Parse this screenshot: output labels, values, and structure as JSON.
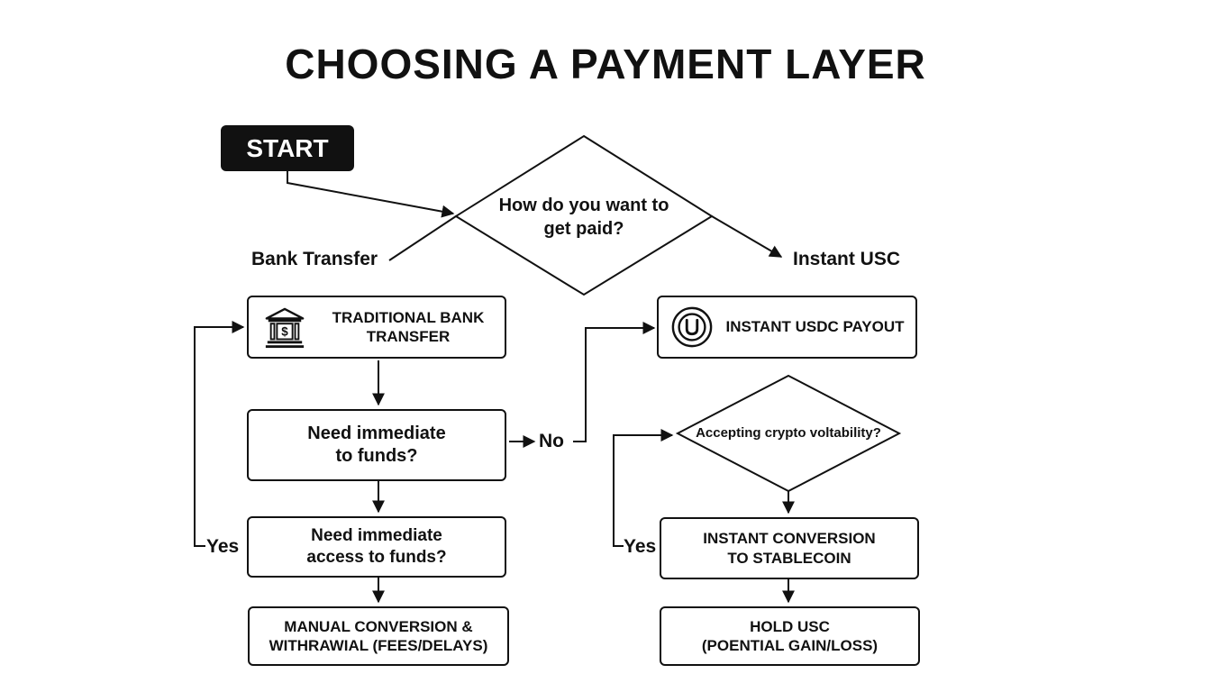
{
  "title": "CHOOSING A PAYMENT LAYER",
  "start": "START",
  "decision_main": {
    "line1": "How do you want to",
    "line2": "get paid?"
  },
  "branch_left_label": "Bank Transfer",
  "branch_right_label": "Instant USC",
  "left": {
    "bank_box": {
      "line1": "TRADITIONAL BANK",
      "line2": "TRANSFER",
      "icon": "bank-icon"
    },
    "decision1": {
      "line1": "Need immediate",
      "line2": "to funds?"
    },
    "decision2": {
      "line1": "Need immediate",
      "line2": "access to funds?"
    },
    "final": {
      "line1": "MANUAL CONVERSION &",
      "line2": "WITHRAWIAL (FEES/DELAYS)"
    },
    "no_label": "No",
    "yes_label": "Yes"
  },
  "right": {
    "usdc_box": {
      "label": "INSTANT USDC PAYOUT",
      "icon": "usdc-coin-icon"
    },
    "decision": {
      "label": "Accepting crypto voltability?"
    },
    "conversion": {
      "line1": "INSTANT CONVERSION",
      "line2": "TO STABLECOIN"
    },
    "hold": {
      "line1": "HOLD USC",
      "line2": "(POENTIAL GAIN/LOSS)"
    },
    "yes_label": "Yes"
  },
  "colors": {
    "ink": "#111111",
    "background": "#ffffff"
  }
}
